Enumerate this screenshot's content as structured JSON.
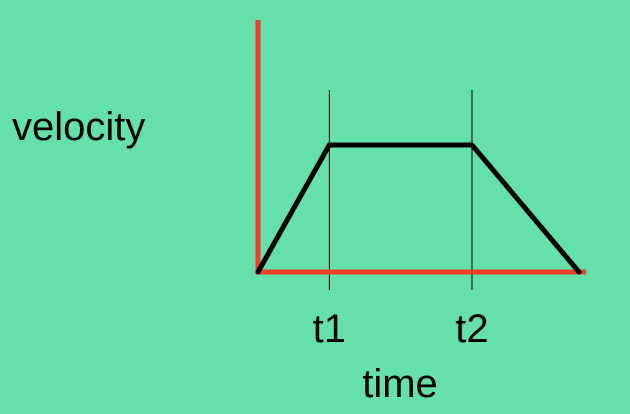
{
  "colors": {
    "background": "#66e0aa",
    "axes": "#e8402a",
    "curve": "#000000",
    "markers": "#000000"
  },
  "chart_data": {
    "type": "line",
    "ylabel": "velocity",
    "xlabel": "time",
    "ticks": [
      {
        "label": "t1",
        "x": 1
      },
      {
        "label": "t2",
        "x": 3
      }
    ],
    "series": [
      {
        "x": [
          0,
          1,
          3,
          4.5
        ],
        "y": [
          0,
          1,
          1,
          0
        ]
      }
    ],
    "xlim": [
      0,
      4.65
    ],
    "ylim": [
      0,
      1.85
    ],
    "grid": false,
    "legend": "none"
  }
}
